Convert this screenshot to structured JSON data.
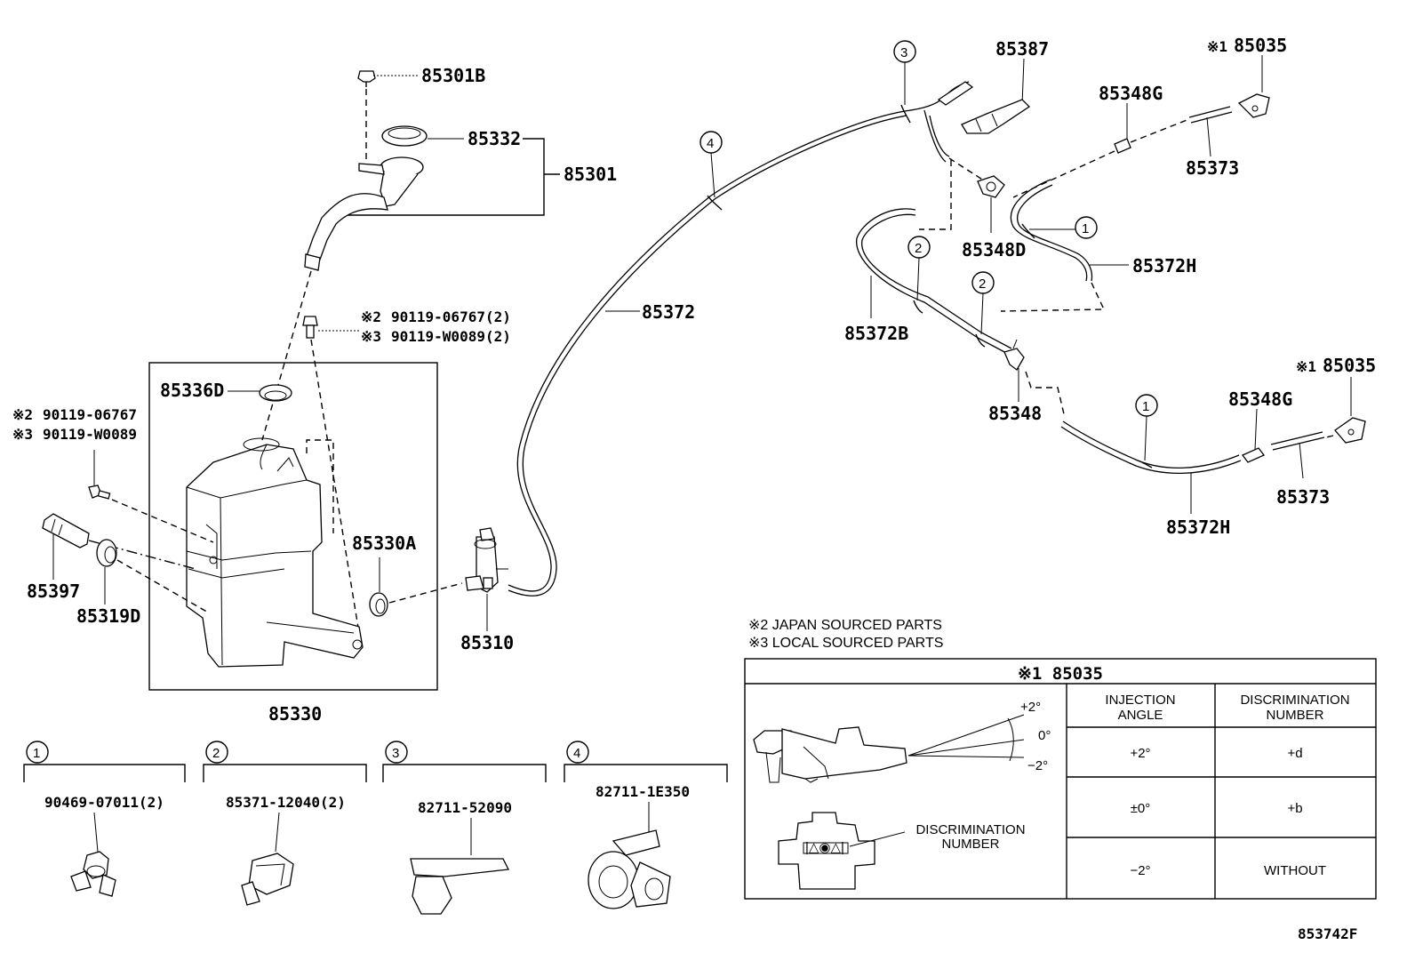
{
  "labels": {
    "p85301B": "85301B",
    "p85332": "85332",
    "p85301": "85301",
    "p85372": "85372",
    "p85387": "85387",
    "p85035_top": "85035",
    "p85348G_top": "85348G",
    "p85373_top": "85373",
    "p85348D": "85348D",
    "p85372H_top": "85372H",
    "p85372B": "85372B",
    "p85348": "85348",
    "p85035_mid": "85035",
    "p85348G_mid": "85348G",
    "p85373_mid": "85373",
    "p85372H_bot": "85372H",
    "bolt_top_2": "90119-06767(2)",
    "bolt_top_3": "90119-W0089(2)",
    "bolt_left_2": "90119-06767",
    "bolt_left_3": "90119-W0089",
    "p85336D": "85336D",
    "p85330A": "85330A",
    "p85397": "85397",
    "p85319D": "85319D",
    "p85310": "85310",
    "p85330": "85330",
    "mark2": "※2",
    "mark3": "※3",
    "mark1": "※1",
    "figure_code": "853742F"
  },
  "notes": {
    "note2": "※2 JAPAN SOURCED PARTS",
    "note3": "※3 LOCAL SOURCED PARTS"
  },
  "clip_callouts": [
    {
      "num": "1",
      "part": "90469-07011(2)"
    },
    {
      "num": "2",
      "part": "85371-12040(2)"
    },
    {
      "num": "3",
      "part": "82711-52090"
    },
    {
      "num": "4",
      "part": "82711-1E350"
    }
  ],
  "circle_markers": {
    "c3": "3",
    "c4": "4",
    "c1a": "1",
    "c2a": "2",
    "c2b": "2",
    "c1b": "1"
  },
  "table": {
    "title": "※1 85035",
    "header_angle": [
      "INJECTION",
      "ANGLE"
    ],
    "header_number": [
      "DISCRIMINATION",
      "NUMBER"
    ],
    "rows": [
      {
        "angle": "+2°",
        "number": "+d"
      },
      {
        "angle": "±0°",
        "number": "+b"
      },
      {
        "angle": "−2°",
        "number": "WITHOUT"
      }
    ],
    "angle_plus": "+2°",
    "angle_zero": "0°",
    "angle_minus": "−2°",
    "disc_label": [
      "DISCRIMINATION",
      "NUMBER"
    ]
  }
}
